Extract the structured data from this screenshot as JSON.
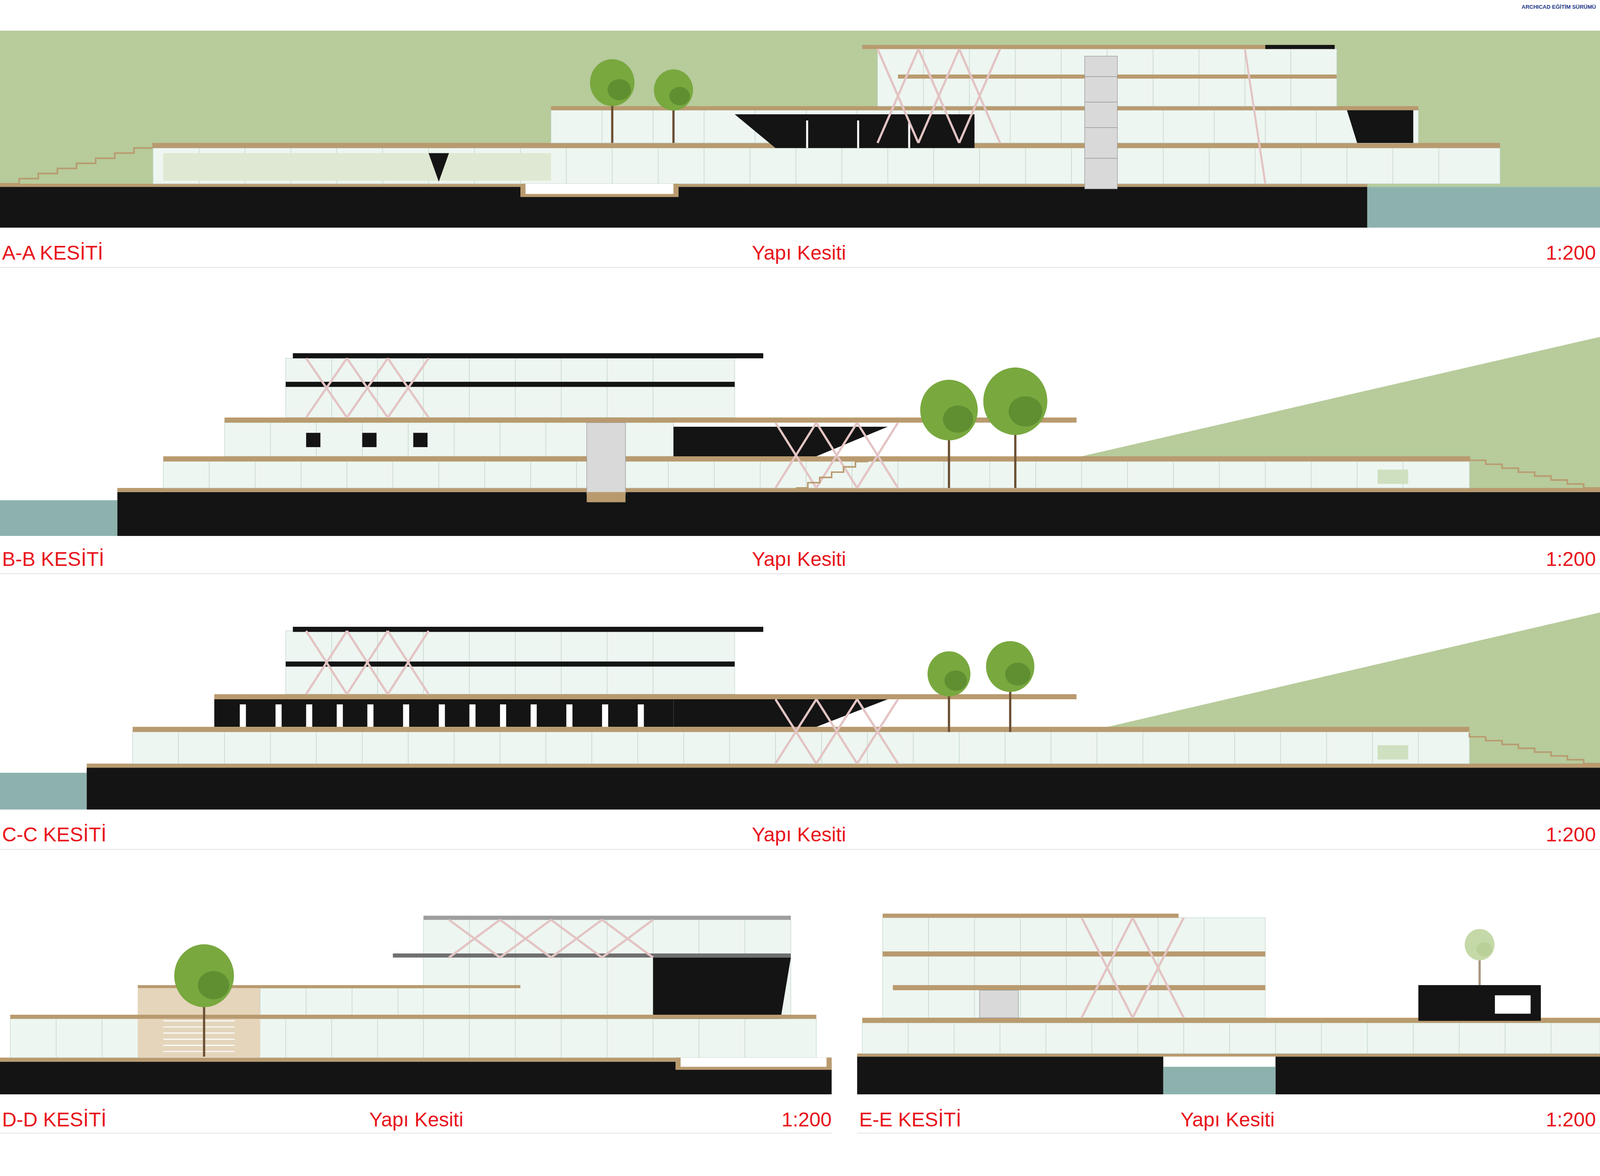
{
  "diagram": {
    "labels": [
      "ARCHICAD EĞİTİM SÜRÜMÜ",
      "A-A KESİTİ",
      "Yapı Kesiti",
      "1:200",
      "B-B KESİTİ",
      "Yapı Kesiti",
      "1:200",
      "C-C KESİTİ",
      "Yapı Kesiti",
      "1:200",
      "D-D KESİTİ",
      "Yapı Kesiti",
      "1:200",
      "E-E KESİTİ",
      "Yapı Kesiti",
      "1:200"
    ]
  }
}
